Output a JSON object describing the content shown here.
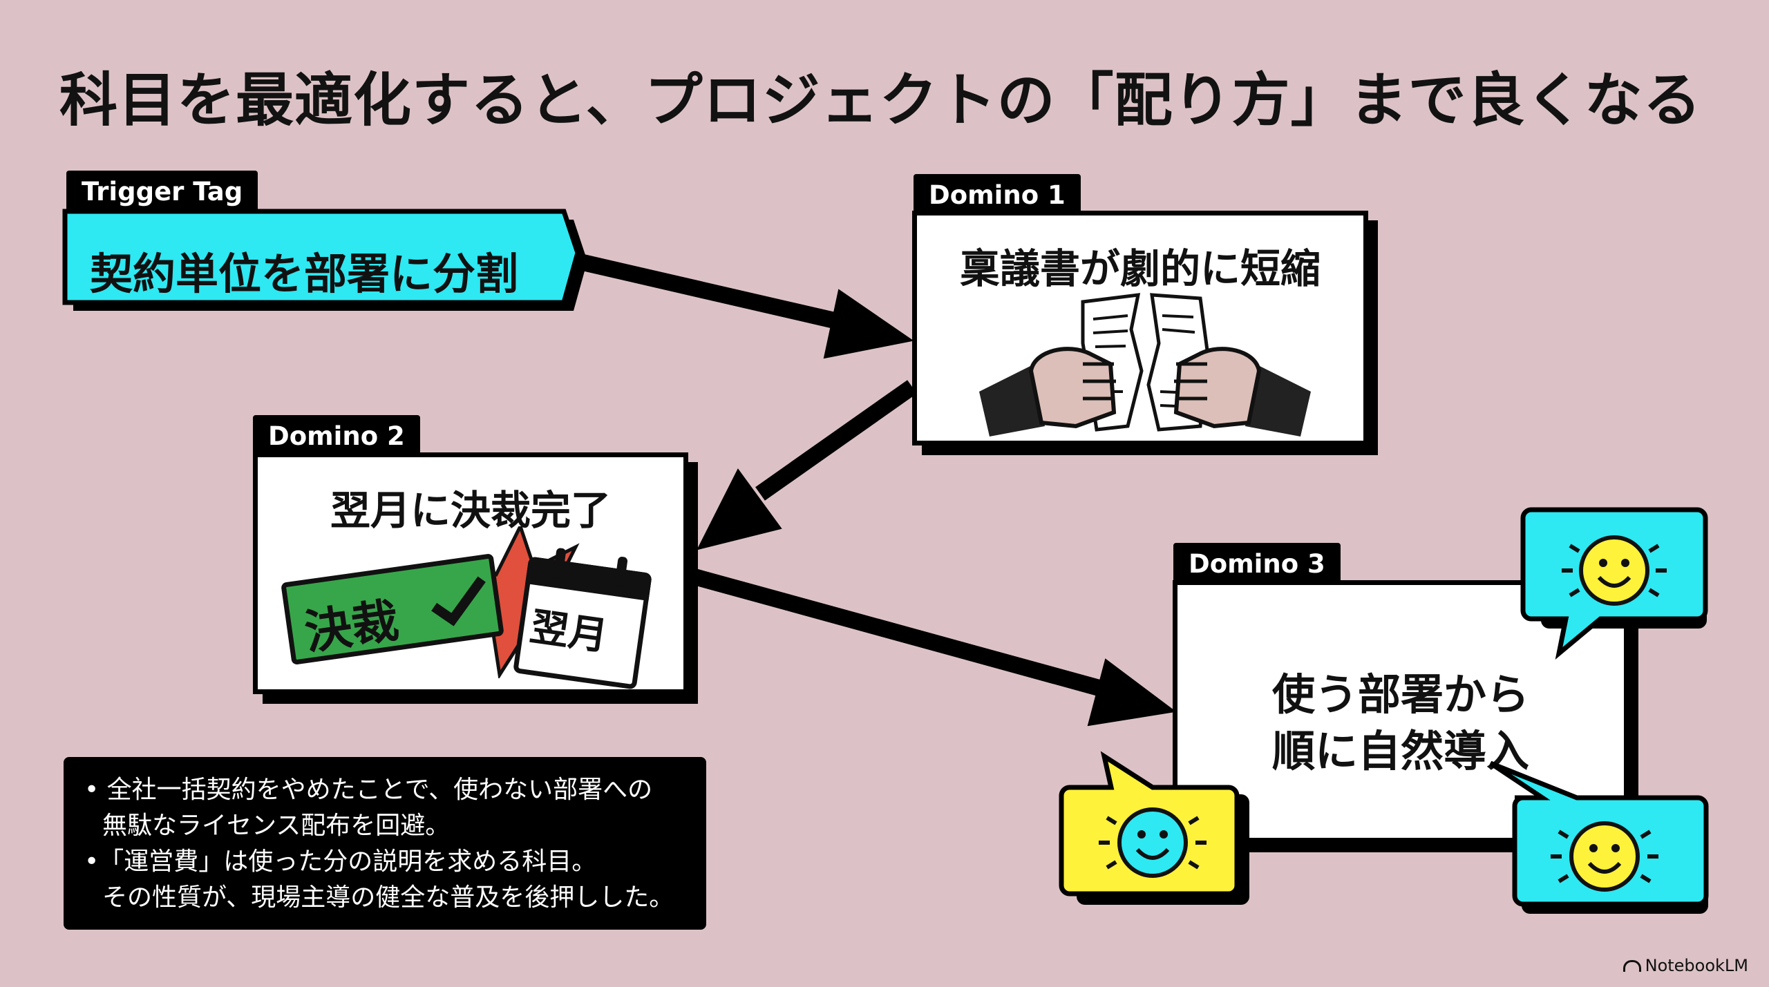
{
  "title": "科目を最適化すると、プロジェクトの「配り方」まで良くなる",
  "trigger": {
    "tag": "Trigger Tag",
    "label": "契約単位を部署に分割"
  },
  "domino1": {
    "tag": "Domino 1",
    "title": "稟議書が劇的に短縮"
  },
  "domino2": {
    "tag": "Domino 2",
    "title": "翌月に決裁完了",
    "stamp": "決裁",
    "calendar": "翌月"
  },
  "domino3": {
    "tag": "Domino 3",
    "line1": "使う部署から",
    "line2": "順に自然導入"
  },
  "notes": {
    "line1": "• 全社一括契約をやめたことで、使わない部署への",
    "line2": "無駄なライセンス配布を回避。",
    "line3": "•「運営費」は使った分の説明を求める科目。",
    "line4": "その性質が、現場主導の健全な普及を後押しした。"
  },
  "brand": "NotebookLM",
  "colors": {
    "background": "#dcc2c6",
    "cyan": "#2ee8f2",
    "yellow": "#fff23a",
    "green": "#37a64a",
    "red": "#e0503c"
  },
  "icons": [
    "torn-document-icon",
    "approval-stamp-icon",
    "calendar-icon",
    "smiley-icon"
  ]
}
